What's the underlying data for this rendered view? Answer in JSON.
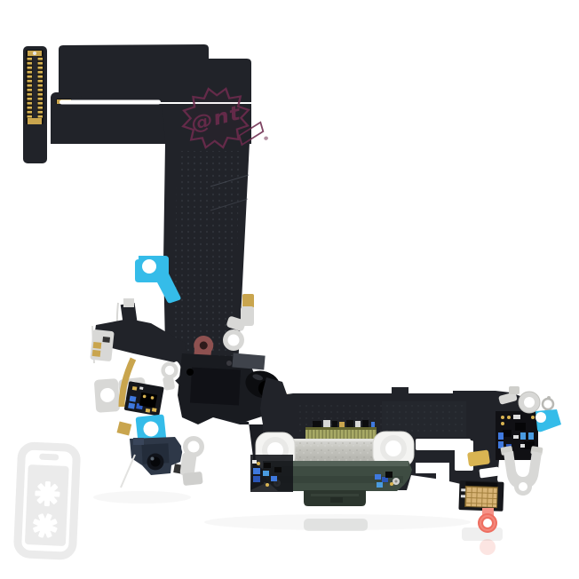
{
  "scene": {
    "type": "product-photo",
    "subject": "charging-port-flex-cable-assembly",
    "background": "#ffffff"
  },
  "stamp": {
    "text": "@nt"
  },
  "colors": {
    "flex": "#212329",
    "flex_deep": "#15171c",
    "gold": "#c9a54e",
    "gold_bright": "#d9b452",
    "cyan": "#35bce9",
    "coral": "#ee6e60",
    "coral_light": "#f59287",
    "maroon": "#8e5150",
    "green": "#3e4c42",
    "green_dark": "#2c362e",
    "green_light": "#55645a",
    "olive": "#a8aa66",
    "metal": "#b9b9b3",
    "metal_light": "#d8d8d6",
    "metal_white": "#f4f4f2",
    "navy": "#2e3848",
    "blue_cap": "#3f79de",
    "blue_cap_bright": "#4a9be0",
    "stamp_ink": "#6e2c4e",
    "watermark": "#ebebeb"
  }
}
